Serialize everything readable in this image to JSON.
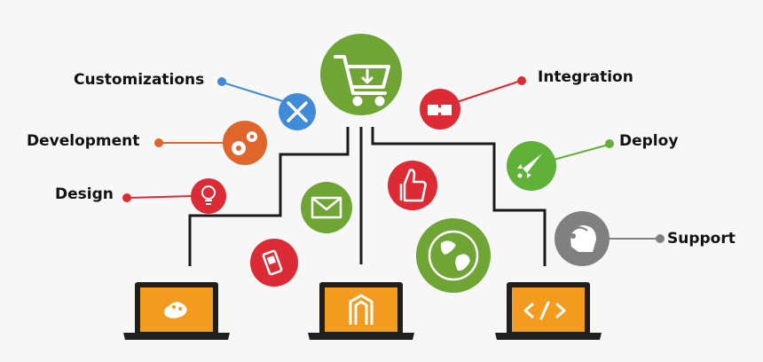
{
  "labels": {
    "customizations": "Customizations",
    "development": "Development",
    "design": "Design",
    "integration": "Integration",
    "deploy": "Deploy",
    "support": "Support"
  },
  "colors": {
    "green": "#6fa534",
    "blue": "#3f8bd7",
    "orange": "#e0652a",
    "red": "#dc2b35",
    "gray": "#808080",
    "lightgreen": "#5fb138",
    "laptop_screen": "#f29b1f",
    "laptop_frame": "#1f1f1f",
    "connector": "#1a1a1a"
  },
  "icons": [
    "shopping-cart-icon",
    "tools-icon",
    "gears-icon",
    "lightbulb-icon",
    "puzzle-icon",
    "rocket-icon",
    "headset-icon",
    "envelope-icon",
    "thumbs-up-icon",
    "mobile-phone-icon",
    "globe-icon",
    "palette-icon",
    "magento-icon",
    "code-icon"
  ]
}
